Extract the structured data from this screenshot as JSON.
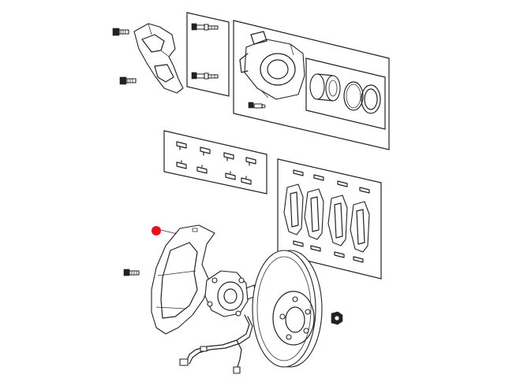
{
  "diagram": {
    "callout": {
      "color": "#e8101a"
    },
    "line_color": "#222222",
    "background": "#ffffff",
    "parts": [
      "caliper-bolt",
      "caliper-mounting-bracket",
      "guide-pin-kit",
      "caliper-housing",
      "piston-seal-kit",
      "bleeder-screw",
      "pad-clip-kit",
      "brake-pad-set",
      "brake-dust-shield",
      "shield-bolt",
      "hub-bearing",
      "brake-rotor",
      "lug-nut",
      "wheel-speed-sensor-wire"
    ]
  }
}
